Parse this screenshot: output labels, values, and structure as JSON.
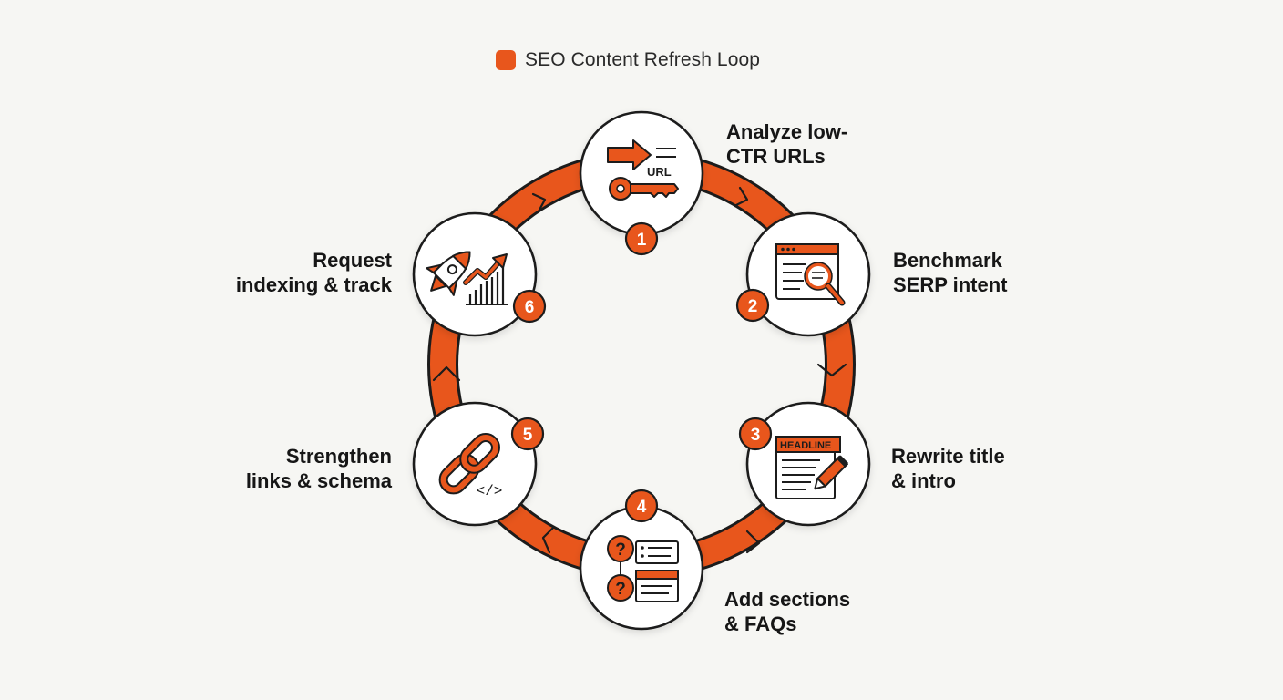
{
  "legend": {
    "label": "SEO Content Refresh Loop",
    "color": "#e8561c"
  },
  "colors": {
    "accent": "#e8561c",
    "outline": "#1c1c1c",
    "node_fill": "#ffffff",
    "background": "#f6f6f3"
  },
  "steps": [
    {
      "number": "1",
      "label_lines": [
        "Analyze low-",
        "CTR URLs"
      ],
      "icon": "url-key-icon",
      "icon_text": "URL"
    },
    {
      "number": "2",
      "label_lines": [
        "Benchmark",
        "SERP intent"
      ],
      "icon": "browser-search-icon"
    },
    {
      "number": "3",
      "label_lines": [
        "Rewrite title",
        "& intro"
      ],
      "icon": "headline-edit-icon",
      "icon_text": "HEADLINE"
    },
    {
      "number": "4",
      "label_lines": [
        "Add sections",
        "& FAQs"
      ],
      "icon": "faq-icon",
      "icon_text_q": "?"
    },
    {
      "number": "5",
      "label_lines": [
        "Strengthen",
        "links & schema"
      ],
      "icon": "link-code-icon",
      "icon_text": "</>"
    },
    {
      "number": "6",
      "label_lines": [
        "Request",
        "indexing & track"
      ],
      "icon": "rocket-chart-icon"
    }
  ]
}
